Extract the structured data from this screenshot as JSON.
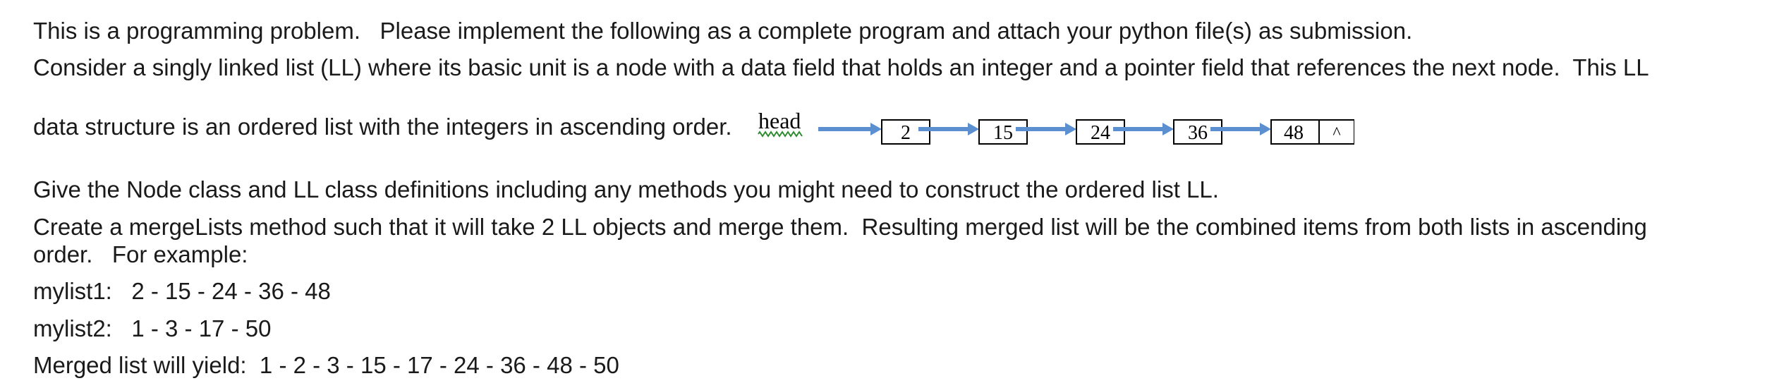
{
  "paragraphs": {
    "p1": "This is a programming problem.   Please implement the following as a complete program and attach your python file(s) as submission.",
    "p2": "Consider a singly linked list (LL) where its basic unit is a node with a data field that holds an integer and a pointer field that references the next node.  This LL",
    "p3": "data structure is an ordered list with the integers in ascending order.",
    "p4": "Give the Node class and LL class definitions including any methods you might need to construct the ordered list LL.",
    "p5a": "Create a mergeLists method such that it will take 2 LL objects and merge them.  Resulting merged list will be the combined items from both lists in ascending",
    "p5b": "order.   For example:",
    "p6": "mylist1:   2 - 15 - 24 - 36 - 48",
    "p7": "mylist2:   1 - 3 - 17 - 50",
    "p8": "Merged list will yield:  1 - 2 - 3 - 15 - 17 - 24 - 36 - 48 - 50"
  },
  "diagram": {
    "head_label": "head",
    "nodes": [
      "2",
      "15",
      "24",
      "36",
      "48"
    ],
    "null_pointer": "^",
    "colors": {
      "arrow": "#5b8fd0",
      "box": "#000000",
      "squiggle": "#2e8b2e"
    }
  }
}
